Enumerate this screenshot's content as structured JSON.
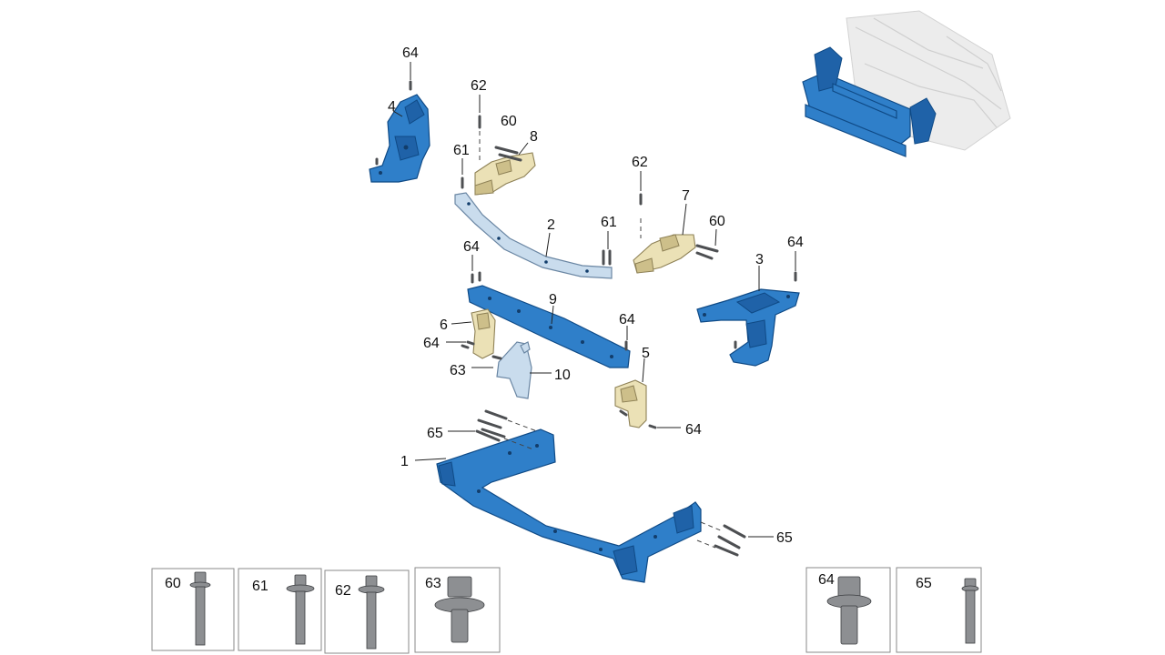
{
  "callouts": {
    "c60a": "60",
    "c60b": "60",
    "c61a": "61",
    "c61b": "61",
    "c62a": "62",
    "c62b": "62",
    "c63": "63",
    "c64a": "64",
    "c64b": "64",
    "c64c": "64",
    "c64d": "64",
    "c64e": "64",
    "c64f": "64",
    "c65a": "65",
    "c65b": "65",
    "c1": "1",
    "c2": "2",
    "c3": "3",
    "c4": "4",
    "c5": "5",
    "c6": "6",
    "c7": "7",
    "c8": "8",
    "c9": "9",
    "c10": "10"
  },
  "legend": [
    {
      "label": "60",
      "icon": "flange-bolt-long-icon"
    },
    {
      "label": "61",
      "icon": "flange-bolt-icon"
    },
    {
      "label": "62",
      "icon": "flange-bolt-icon"
    },
    {
      "label": "63",
      "icon": "washer-bolt-short-icon"
    },
    {
      "label": "64",
      "icon": "washer-bolt-short-icon"
    },
    {
      "label": "65",
      "icon": "hex-bolt-long-icon"
    }
  ],
  "colors": {
    "part_blue": "#2f7fc9",
    "part_silver": "#c9dced",
    "part_tan": "#ebe1b6"
  }
}
